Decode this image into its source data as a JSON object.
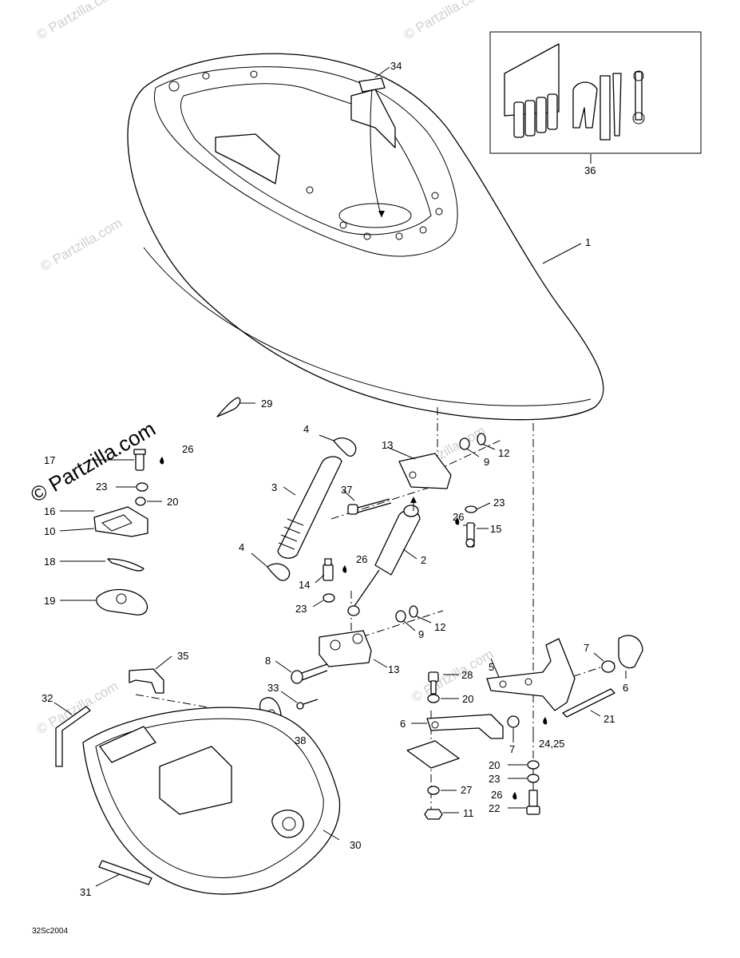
{
  "watermark": {
    "small": "© Partzilla.com",
    "main": "© Partzilla.com"
  },
  "diagram_code": "32Sc2004",
  "callouts": [
    "1",
    "2",
    "3",
    "4",
    "4",
    "5",
    "6",
    "6",
    "7",
    "7",
    "8",
    "9",
    "9",
    "10",
    "11",
    "12",
    "12",
    "13",
    "13",
    "14",
    "15",
    "16",
    "17",
    "18",
    "19",
    "20",
    "20",
    "20",
    "20",
    "21",
    "22",
    "23",
    "23",
    "23",
    "23",
    "24,25",
    "26",
    "26",
    "26",
    "26",
    "27",
    "28",
    "29",
    "30",
    "31",
    "32",
    "33",
    "34",
    "35",
    "36",
    "37",
    "38"
  ]
}
